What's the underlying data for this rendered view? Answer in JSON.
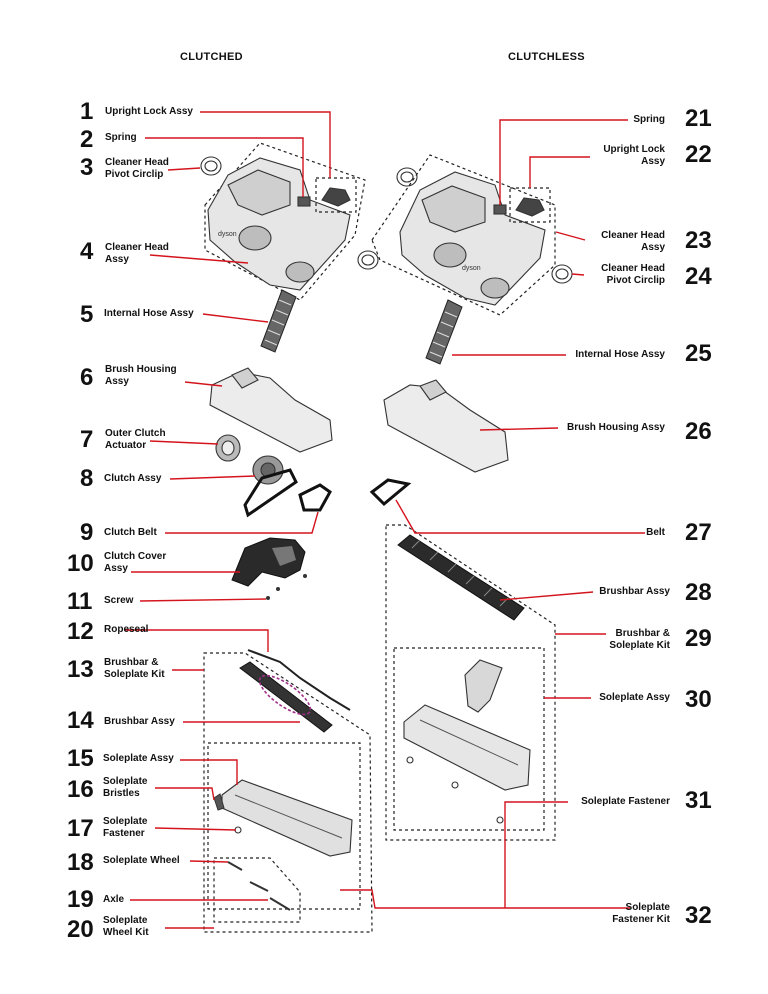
{
  "headers": {
    "left": "CLUTCHED",
    "right": "CLUTCHLESS"
  },
  "left_parts": [
    {
      "num": "1",
      "label": "Upright Lock Assy"
    },
    {
      "num": "2",
      "label": "Spring"
    },
    {
      "num": "3",
      "label": "Cleaner Head Pivot Circlip"
    },
    {
      "num": "4",
      "label": "Cleaner Head Assy"
    },
    {
      "num": "5",
      "label": "Internal Hose Assy"
    },
    {
      "num": "6",
      "label": "Brush Housing Assy"
    },
    {
      "num": "7",
      "label": "Outer Clutch Actuator"
    },
    {
      "num": "8",
      "label": "Clutch Assy"
    },
    {
      "num": "9",
      "label": "Clutch Belt"
    },
    {
      "num": "10",
      "label": "Clutch Cover Assy"
    },
    {
      "num": "11",
      "label": "Screw"
    },
    {
      "num": "12",
      "label": "Ropeseal"
    },
    {
      "num": "13",
      "label": "Brushbar & Soleplate Kit"
    },
    {
      "num": "14",
      "label": "Brushbar Assy"
    },
    {
      "num": "15",
      "label": "Soleplate Assy"
    },
    {
      "num": "16",
      "label": "Soleplate Bristles"
    },
    {
      "num": "17",
      "label": "Soleplate Fastener"
    },
    {
      "num": "18",
      "label": "Soleplate Wheel"
    },
    {
      "num": "19",
      "label": "Axle"
    },
    {
      "num": "20",
      "label": "Soleplate Wheel Kit"
    }
  ],
  "right_parts": [
    {
      "num": "21",
      "label": "Spring"
    },
    {
      "num": "22",
      "label": "Upright Lock Assy"
    },
    {
      "num": "23",
      "label": "Cleaner Head Assy"
    },
    {
      "num": "24",
      "label": "Cleaner Head Pivot Circlip"
    },
    {
      "num": "25",
      "label": "Internal Hose Assy"
    },
    {
      "num": "26",
      "label": "Brush Housing Assy"
    },
    {
      "num": "27",
      "label": "Belt"
    },
    {
      "num": "28",
      "label": "Brushbar Assy"
    },
    {
      "num": "29",
      "label": "Brushbar & Soleplate Kit"
    },
    {
      "num": "30",
      "label": "Soleplate Assy"
    },
    {
      "num": "31",
      "label": "Soleplate Fastener"
    },
    {
      "num": "32",
      "label": "Soleplate Fastener Kit"
    }
  ],
  "colors": {
    "leader_line": "#d4141c",
    "outline": "#333333",
    "kit_border": "#222222",
    "highlight": "#a0308a"
  }
}
